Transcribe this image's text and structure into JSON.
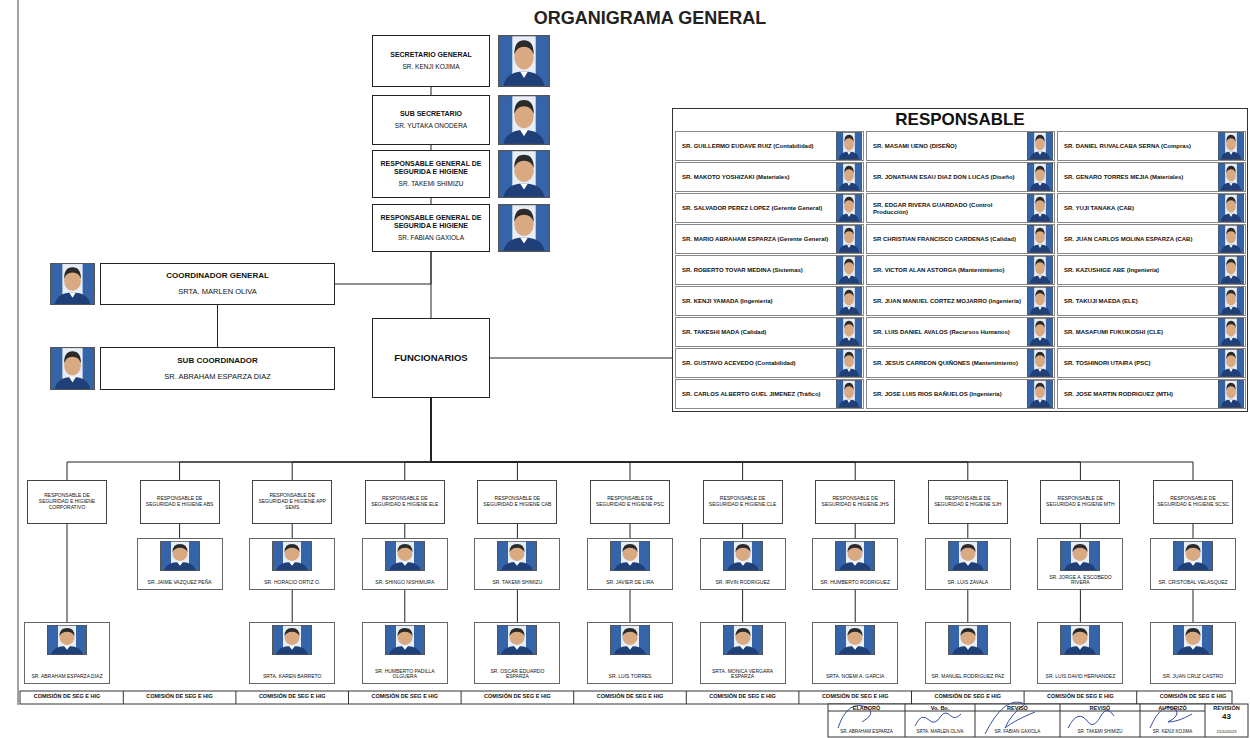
{
  "diagram": {
    "title": "ORGANIGRAMA GENERAL",
    "nodes": [
      {
        "text": [
          "SECRETARIO GENERAL",
          "SR. KENJI KOJIMA"
        ]
      },
      {
        "text": [
          "SUB SECRETARIO",
          "SR. YUTAKA ONODERA"
        ]
      },
      {
        "text": [
          "RESPONSABLE GENERAL DE SEGURIDA E HIGIENE",
          "SR. TAKEMI SHIMIZU"
        ]
      },
      {
        "text": [
          "RESPONSABLE GENERAL DE SEGURIDA E HIGIENE",
          "SR. FABIAN GAXIOLA"
        ]
      },
      {
        "text": [
          "RESPONSABLE"
        ]
      },
      {
        "text": [
          "SR. GUILLERMO EUDAVE RUIZ (Contabilidad)"
        ],
        "in": 4
      },
      {
        "text": [
          "SR. MASAMI UENO (DISEÑO)"
        ],
        "in": 4
      },
      {
        "text": [
          "SR. DANIEL RUVALCABA SERNA (Compras)"
        ],
        "in": 4
      },
      {
        "text": [
          "SR. MAKOTO YOSHIZAKI (Materiales)"
        ],
        "in": 4
      },
      {
        "text": [
          "SR. JONATHAN ESAU DIAZ DON LUCAS (Diseño)"
        ],
        "in": 4
      },
      {
        "text": [
          "SR. GENARO TORRES MEJIA (Materiales)"
        ],
        "in": 4
      },
      {
        "text": [
          "SR. SALVADOR PEREZ LOPEZ (Gerente General)"
        ],
        "in": 4
      },
      {
        "text": [
          "SR. EDGAR RIVERA GUARDADO (Control Producción)"
        ],
        "in": 4
      },
      {
        "text": [
          "SR. YUJI TANAKA (CAB)"
        ],
        "in": 4
      },
      {
        "text": [
          "SR. MARIO ABRAHAM ESPARZA (Gerente General)"
        ],
        "in": 4
      },
      {
        "text": [
          "SR CHRISTIAN FRANCISCO CARDENAS (Calidad)"
        ],
        "in": 4
      },
      {
        "text": [
          "SR. JUAN CARLOS MOLINA ESPARZA (CAB)"
        ],
        "in": 4
      },
      {
        "text": [
          "SR. ROBERTO TOVAR MEDINA (Sistemas)"
        ],
        "in": 4
      },
      {
        "text": [
          "SR. VICTOR ALAN ASTORGA (Mantenimiento)"
        ],
        "in": 4
      },
      {
        "text": [
          "SR. KAZUSHIGE ABE (Ingeniería)"
        ],
        "in": 4
      },
      {
        "text": [
          "SR. KENJI YAMADA (Ingeniería)"
        ],
        "in": 4
      },
      {
        "text": [
          "SR. JUAN MANUEL CORTEZ MOJARRO (Ingeniería)"
        ],
        "in": 4
      },
      {
        "text": [
          "SR. TAKUJI MAEDA (ELE)"
        ],
        "in": 4
      },
      {
        "text": [
          "SR. TAKESHI MADA (Calidad)"
        ],
        "in": 4
      },
      {
        "text": [
          "SR. LUIS DANIEL AVALOS (Recursos Humanos)"
        ],
        "in": 4
      },
      {
        "text": [
          "SR. MASAFUMI FUKUKOSHI (CLE)"
        ],
        "in": 4
      },
      {
        "text": [
          "SR. GUSTAVO ACEVEDO (Contabilidad)"
        ],
        "in": 4
      },
      {
        "text": [
          "SR. JESUS CARREON QUIÑONES (Mantenimiento)"
        ],
        "in": 4
      },
      {
        "text": [
          "SR. TOSHINORI UTAIRA (PSC)"
        ],
        "in": 4
      },
      {
        "text": [
          "SR. CARLOS ALBERTO GUEL JIMENEZ (Tráfico)"
        ],
        "in": 4
      },
      {
        "text": [
          "SR. JOSE LUIS RIOS BAÑUELOS (Ingeniería)"
        ],
        "in": 4
      },
      {
        "text": [
          "SR. JOSE MARTIN RODRIGUEZ (MTH)"
        ],
        "in": 4
      },
      {
        "text": [
          "COORDINADOR GENERAL",
          "SRTA. MARLEN OLIVA"
        ]
      },
      {
        "text": [
          "SUB COORDINADOR",
          "SR. ABRAHAM ESPARZA DIAZ"
        ]
      },
      {
        "text": [
          "FUNCIONARIOS"
        ]
      },
      {
        "text": [
          "RESPONSABLE DE SEGURIDAD E HIGIENE CORPORATIVO"
        ]
      },
      {
        "text": [
          "RESPONSABLE DE SEGURIDAD E HIGIENE ABS"
        ]
      },
      {
        "text": [
          "RESPONSABLE DE SEGURIDAD E HIGIENE APP SEMS"
        ]
      },
      {
        "text": [
          "RESPONSABLE DE SEGURIDAD E HIGIENE ELE"
        ]
      },
      {
        "text": [
          "RESPONSABLE DE SEGURIDAD E HIGIENE CAB"
        ]
      },
      {
        "text": [
          "RESPONSABLE DE SEGURIDAD E HIGIENE PSC"
        ]
      },
      {
        "text": [
          "RESPONSABLE DE SEGURIDAD E HIGIENE CLE"
        ]
      },
      {
        "text": [
          "RESPONSABLE DE SEGURIDAD E HIGIENE JHS"
        ]
      },
      {
        "text": [
          "RESPONSABLE DE SEGURIDAD E HIGIENE SJH"
        ]
      },
      {
        "text": [
          "RESPONSABLE DE SEGURIDAD E HIGIENE MTH"
        ]
      },
      {
        "text": [
          "RESPONSABLE DE SEGURIDAD E HIGIENE SCSC"
        ]
      },
      {
        "text": [
          "SR. JAIME VAZQUEZ PEÑA"
        ]
      },
      {
        "text": [
          "SR. HORACIO ORTIZ O."
        ]
      },
      {
        "text": [
          "SR. SHINGO NISHIMURA"
        ]
      },
      {
        "text": [
          "SR. TAKEMI SHIMIZU"
        ]
      },
      {
        "text": [
          "SR. JAVIER DE LIRA"
        ]
      },
      {
        "text": [
          "SR. IRVIN RODRIGUEZ"
        ]
      },
      {
        "text": [
          "SR. HUMBERTO RODRIGUEZ"
        ]
      },
      {
        "text": [
          "SR. LUIS ZAVALA"
        ]
      },
      {
        "text": [
          "SR. JORGE A. ESCOBEDO RIVERA"
        ]
      },
      {
        "text": [
          "SR. CRISTOBAL VELASQUEZ"
        ]
      },
      {
        "text": [
          "SR. ABRAHAM ESPARZA DIAZ"
        ]
      },
      {
        "text": [
          "SRTA. KAREN BARRETO"
        ]
      },
      {
        "text": [
          "SR. HUMBERTO PADILLA OLGUERA"
        ]
      },
      {
        "text": [
          "SR. OSCAR EDUARDO ESPARZA"
        ]
      },
      {
        "text": [
          "SR. LUIS TORRES"
        ]
      },
      {
        "text": [
          "SRTA. MONICA VERGARA ESPARZA"
        ]
      },
      {
        "text": [
          "SRTA. NOEMI A. GARCIA"
        ]
      },
      {
        "text": [
          "SR. MANUEL RODRIGUEZ PAZ"
        ]
      },
      {
        "text": [
          "SR. LUIS DAVID HERNANDEZ"
        ]
      },
      {
        "text": [
          "SR. JUAN CRUZ CASTRO"
        ]
      }
    ],
    "edges": [
      {
        "from": 0,
        "to": 1,
        "arrow": "none"
      },
      {
        "from": 1,
        "to": 2,
        "arrow": "none"
      },
      {
        "from": 2,
        "to": 3,
        "arrow": "none"
      },
      {
        "from": 3,
        "to": 34,
        "arrow": "none"
      },
      {
        "from": 3,
        "to": 32,
        "arrow": "none"
      },
      {
        "from": 32,
        "to": 33,
        "arrow": "none"
      },
      {
        "from": 34,
        "to": 4,
        "arrow": "none"
      },
      {
        "from": 34,
        "to": 35,
        "arrow": "none"
      },
      {
        "from": 34,
        "to": 36,
        "arrow": "none"
      },
      {
        "from": 34,
        "to": 37,
        "arrow": "none"
      },
      {
        "from": 34,
        "to": 38,
        "arrow": "none"
      },
      {
        "from": 34,
        "to": 39,
        "arrow": "none"
      },
      {
        "from": 34,
        "to": 40,
        "arrow": "none"
      },
      {
        "from": 34,
        "to": 41,
        "arrow": "none"
      },
      {
        "from": 34,
        "to": 42,
        "arrow": "none"
      },
      {
        "from": 34,
        "to": 43,
        "arrow": "none"
      },
      {
        "from": 34,
        "to": 44,
        "arrow": "none"
      },
      {
        "from": 34,
        "to": 45,
        "arrow": "none"
      },
      {
        "from": 35,
        "to": 56,
        "arrow": "none"
      },
      {
        "from": 36,
        "to": 46,
        "arrow": "none"
      },
      {
        "from": 37,
        "to": 47,
        "arrow": "none"
      },
      {
        "from": 38,
        "to": 48,
        "arrow": "none"
      },
      {
        "from": 39,
        "to": 49,
        "arrow": "none"
      },
      {
        "from": 40,
        "to": 50,
        "arrow": "none"
      },
      {
        "from": 41,
        "to": 51,
        "arrow": "none"
      },
      {
        "from": 42,
        "to": 52,
        "arrow": "none"
      },
      {
        "from": 43,
        "to": 53,
        "arrow": "none"
      },
      {
        "from": 44,
        "to": 54,
        "arrow": "none"
      },
      {
        "from": 45,
        "to": 55,
        "arrow": "none"
      },
      {
        "from": 47,
        "to": 57,
        "arrow": "none"
      },
      {
        "from": 48,
        "to": 58,
        "arrow": "none"
      },
      {
        "from": 49,
        "to": 59,
        "arrow": "none"
      },
      {
        "from": 50,
        "to": 60,
        "arrow": "none"
      },
      {
        "from": 51,
        "to": 61,
        "arrow": "none"
      },
      {
        "from": 52,
        "to": 62,
        "arrow": "none"
      },
      {
        "from": 53,
        "to": 63,
        "arrow": "none"
      },
      {
        "from": 54,
        "to": 64,
        "arrow": "none"
      },
      {
        "from": 55,
        "to": 65,
        "arrow": "none"
      }
    ],
    "labels": [
      "COMISIÓN DE SEG E HIG",
      "COMISIÓN DE SEG E HIG",
      "COMISIÓN DE SEG E HIG",
      "COMISIÓN DE SEG E HIG",
      "COMISIÓN DE SEG E HIG",
      "COMISIÓN DE SEG E HIG",
      "COMISIÓN DE SEG E HIG",
      "COMISIÓN DE SEG E HIG",
      "COMISIÓN DE SEG E HIG",
      "COMISIÓN DE SEG E HIG",
      "COMISIÓN DE SEG E HIG",
      "ELABORÓ",
      "Vo. Bo.",
      "REVISÓ",
      "REVISÓ",
      "AUTORIZÓ",
      "REVISIÓN",
      "43",
      "SR. ABRAHAM ESPARZA",
      "SRTA. MARLEN OLIVA",
      "SR. FABIAN GAXIOLA",
      "SR. TAKEMI SHIMIZU",
      "SR. KENJI KOJIMA",
      "15/10/2023"
    ]
  }
}
